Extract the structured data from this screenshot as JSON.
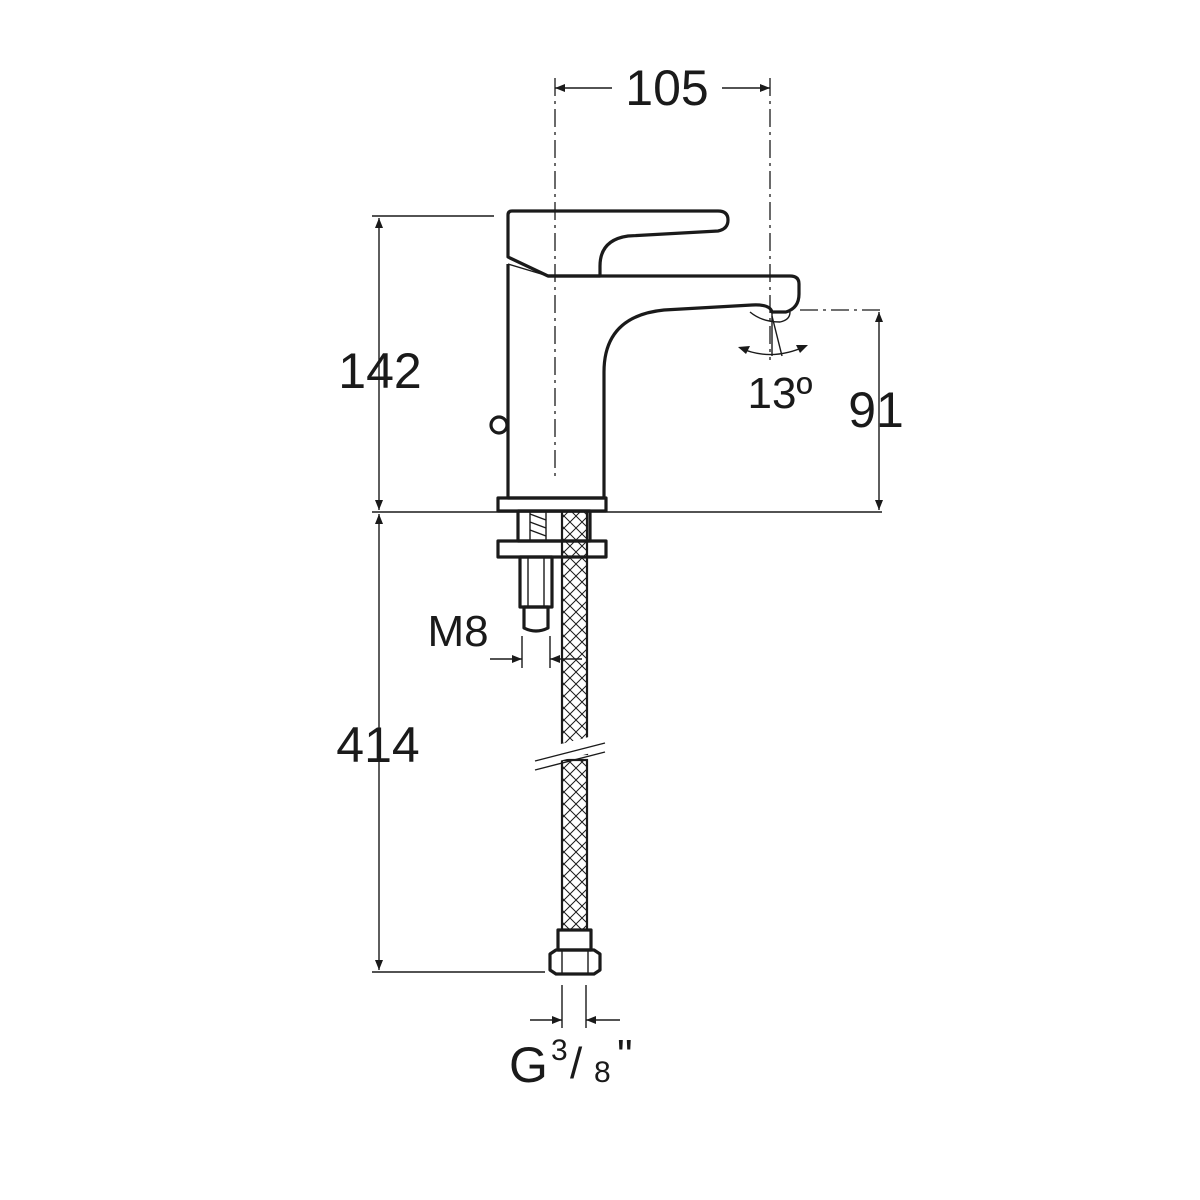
{
  "drawing": {
    "subject": "faucet",
    "colors": {
      "line": "#1a1a1a",
      "background": "#ffffff"
    },
    "dimensions": {
      "width_top": "105",
      "height_body": "142",
      "spout_height": "91",
      "spout_angle": "13º",
      "hose_length": "414",
      "thread_stud": "M8",
      "connector_prefix": "G",
      "connector_num": "3",
      "connector_slash": "/",
      "connector_den": "8",
      "connector_suffix": "\""
    }
  }
}
